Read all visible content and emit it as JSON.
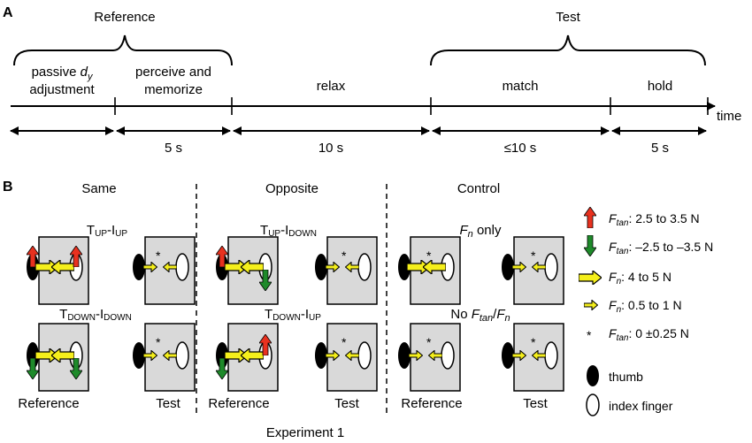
{
  "panel_a": {
    "panel_label": "A",
    "reference_label": "Reference",
    "test_label": "Test",
    "phase_passive_1": "passive",
    "phase_passive_var": "d",
    "phase_passive_sub": "y",
    "phase_passive_2": "adjustment",
    "phase_perceive_1": "perceive and",
    "phase_perceive_2": "memorize",
    "phase_relax": "relax",
    "phase_match": "match",
    "phase_hold": "hold",
    "time_label": "time",
    "duration_perceive": "5 s",
    "duration_relax": "10 s",
    "duration_match": "≤10 s",
    "duration_hold": "5 s"
  },
  "panel_b": {
    "panel_label": "B",
    "footer": "Experiment 1",
    "reference_label": "Reference",
    "test_label": "Test",
    "group_same": "Same",
    "group_opposite": "Opposite",
    "group_control": "Control",
    "same_top": {
      "t": "T",
      "t_sub": "UP",
      "dash": "-I",
      "i_sub": "UP"
    },
    "same_bottom": {
      "t": "T",
      "t_sub": "DOWN",
      "dash": "-I",
      "i_sub": "DOWN"
    },
    "opp_top": {
      "t": "T",
      "t_sub": "UP",
      "dash": "-I",
      "i_sub": "DOWN"
    },
    "opp_bottom": {
      "t": "T",
      "t_sub": "DOWN",
      "dash": "-I",
      "i_sub": "UP"
    },
    "ctrl_top": {
      "var": "F",
      "sub": "n",
      "rest": " only"
    },
    "ctrl_bottom": {
      "pre": "No ",
      "var1": "F",
      "sub1": "tan",
      "slash": "/",
      "var2": "F",
      "sub2": "n"
    }
  },
  "legend": {
    "up": {
      "var": "F",
      "sub": "tan",
      "text": ": 2.5 to 3.5 N",
      "color": "#e8311f"
    },
    "down": {
      "var": "F",
      "sub": "tan",
      "text": ": –2.5 to –3.5 N",
      "color": "#1e8a2a"
    },
    "big": {
      "var": "F",
      "sub": "n",
      "text": ": 4 to 5 N",
      "color": "#f5ef1b"
    },
    "small": {
      "var": "F",
      "sub": "n",
      "text": ": 0.5 to 1 N",
      "color": "#f5ef1b"
    },
    "star": {
      "symbol": "*",
      "var": "F",
      "sub": "tan",
      "text": ": 0 ±0.25 N"
    },
    "thumb": "thumb",
    "index": "index finger"
  }
}
